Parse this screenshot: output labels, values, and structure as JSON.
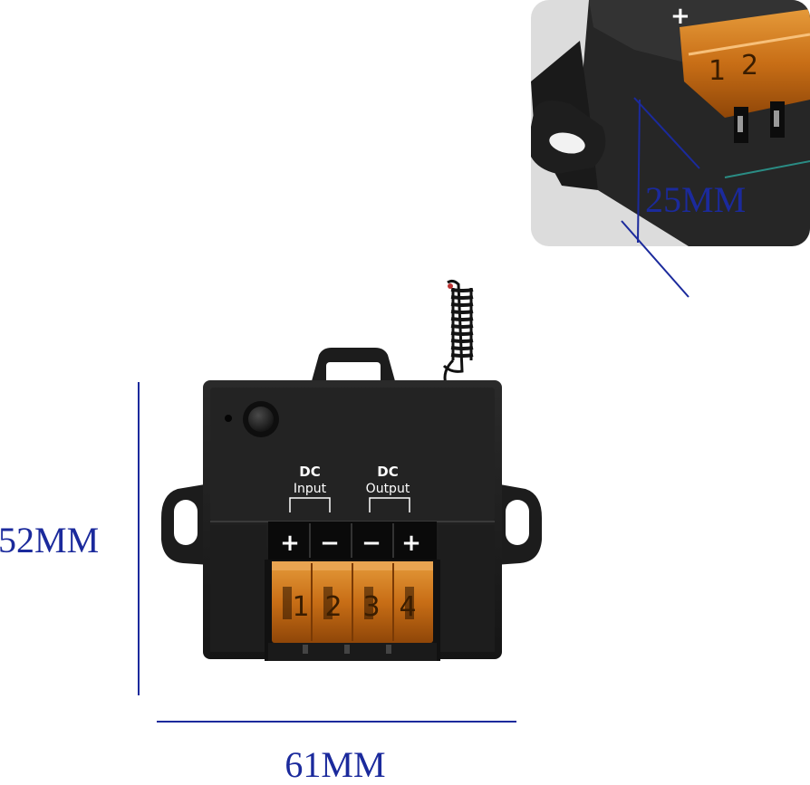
{
  "dimensions": {
    "height": "52MM",
    "width": "61MM",
    "depth": "25MM"
  },
  "labels": {
    "input_title": "DC",
    "input_sub": "Input",
    "output_title": "DC",
    "output_sub": "Output"
  },
  "terminal_signs": [
    "+",
    "−",
    "−",
    "+"
  ],
  "terminal_numbers": [
    "1",
    "2",
    "3",
    "4"
  ],
  "inset": {
    "sign": "+",
    "numbers": [
      "1",
      "2"
    ]
  },
  "colors": {
    "dimension_lines": "#1b2a9c",
    "housing": "#202020",
    "terminal_cover": "#d2781a"
  }
}
